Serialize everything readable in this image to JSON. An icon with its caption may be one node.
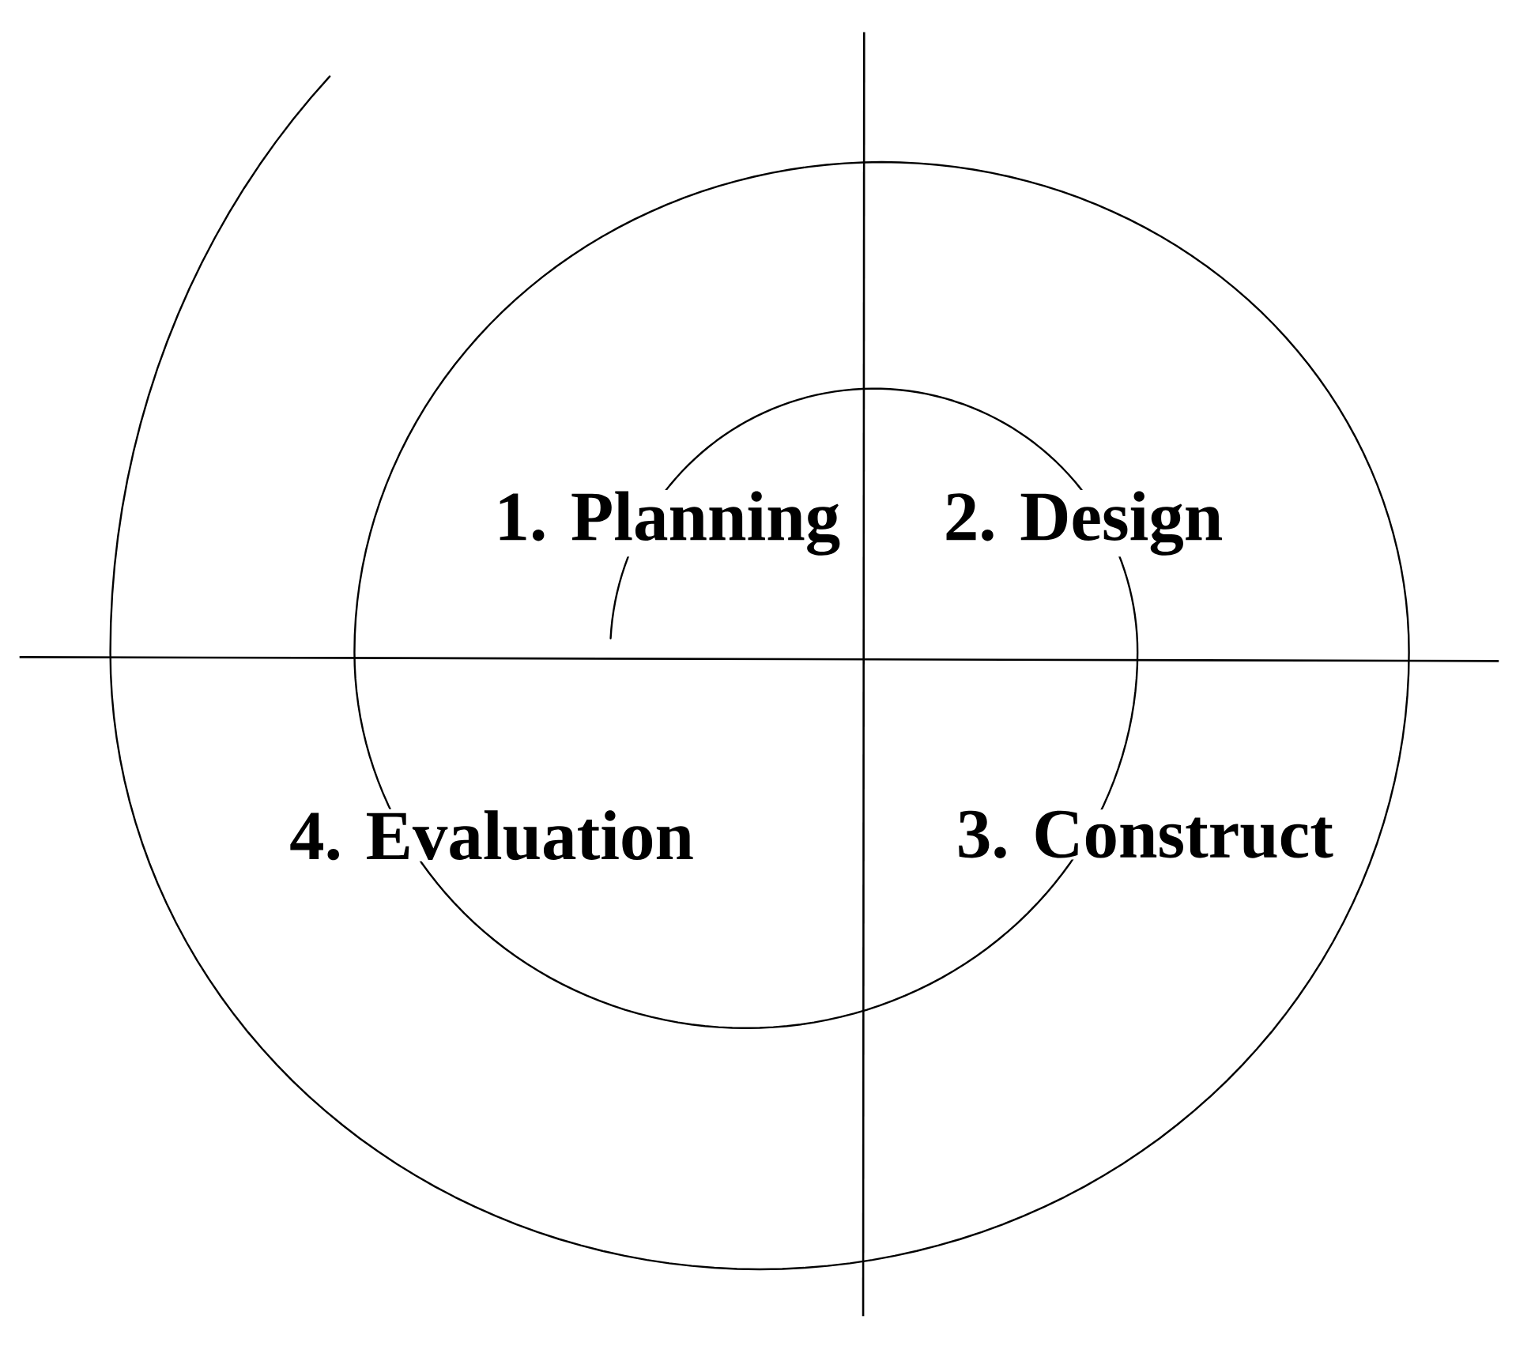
{
  "diagram": {
    "labels": [
      "1. Planning",
      "2. Design",
      "4. Evaluation",
      "3. Construct"
    ]
  }
}
